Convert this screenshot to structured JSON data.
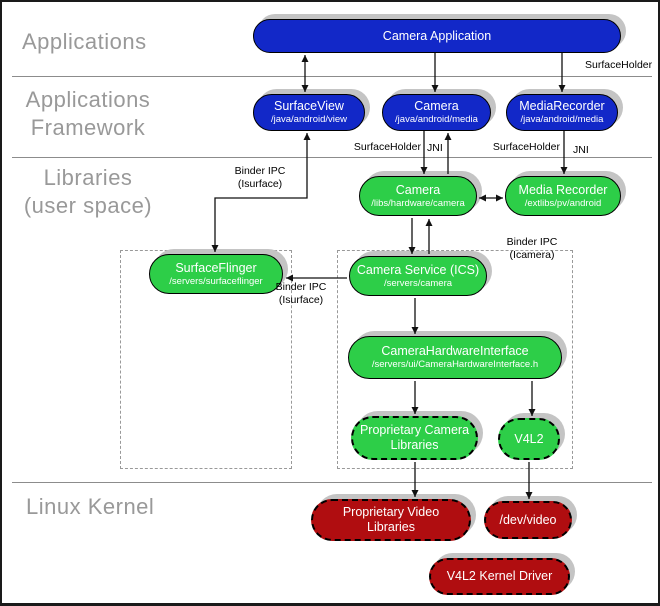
{
  "layers": [
    {
      "lines": [
        "Applications"
      ]
    },
    {
      "lines": [
        "Applications",
        "Framework"
      ]
    },
    {
      "lines": [
        "Libraries",
        "(user space)"
      ]
    },
    {
      "lines": [
        "Linux Kernel"
      ]
    }
  ],
  "nodes": {
    "camera_application": {
      "title": "Camera Application"
    },
    "surface_view": {
      "title": "SurfaceView",
      "path": "/java/android/view"
    },
    "camera_framework": {
      "title": "Camera",
      "path": "/java/android/media"
    },
    "media_recorder_framework": {
      "title": "MediaRecorder",
      "path": "/java/android/media"
    },
    "camera_lib": {
      "title": "Camera",
      "path": "/libs/hardware/camera"
    },
    "media_recorder_lib": {
      "title": "Media Recorder",
      "path": "/extlibs/pv/android"
    },
    "surface_flinger": {
      "title": "SurfaceFlinger",
      "path": "/servers/surfaceflinger"
    },
    "camera_service": {
      "title": "Camera Service (ICS)",
      "path": "/servers/camera"
    },
    "camera_hardware_interface": {
      "title": "CameraHardwareInterface",
      "path": "/servers/ui/CameraHardwareInterface.h"
    },
    "proprietary_camera_libraries": {
      "title": "Proprietary Camera Libraries"
    },
    "v4l2": {
      "title": "V4L2"
    },
    "proprietary_video_libraries": {
      "title": "Proprietary Video Libraries"
    },
    "dev_video": {
      "title": "/dev/video"
    },
    "v4l2_kernel_driver": {
      "title": "V4L2 Kernel Driver"
    }
  },
  "edge_labels": {
    "surfaceholder_top": "SurfaceHolder",
    "camera_surfaceholder": "SurfaceHolder",
    "camera_jni": "JNI",
    "recorder_surfaceholder": "SurfaceHolder",
    "recorder_jni": "JNI",
    "binder_ipc_isurface_view": {
      "line1": "Binder IPC",
      "line2": "(Isurface)"
    },
    "binder_ipc_icamera": {
      "line1": "Binder IPC",
      "line2": "(Icamera)"
    },
    "binder_ipc_isurface_service": {
      "line1": "Binder IPC",
      "line2": "(Isurface)"
    }
  },
  "colors": {
    "framework_blue": "#1228c8",
    "library_green": "#2dce48",
    "kernel_red": "#b00d10",
    "shadow_gray": "#c4c4c4",
    "layer_label_gray": "#999999"
  }
}
